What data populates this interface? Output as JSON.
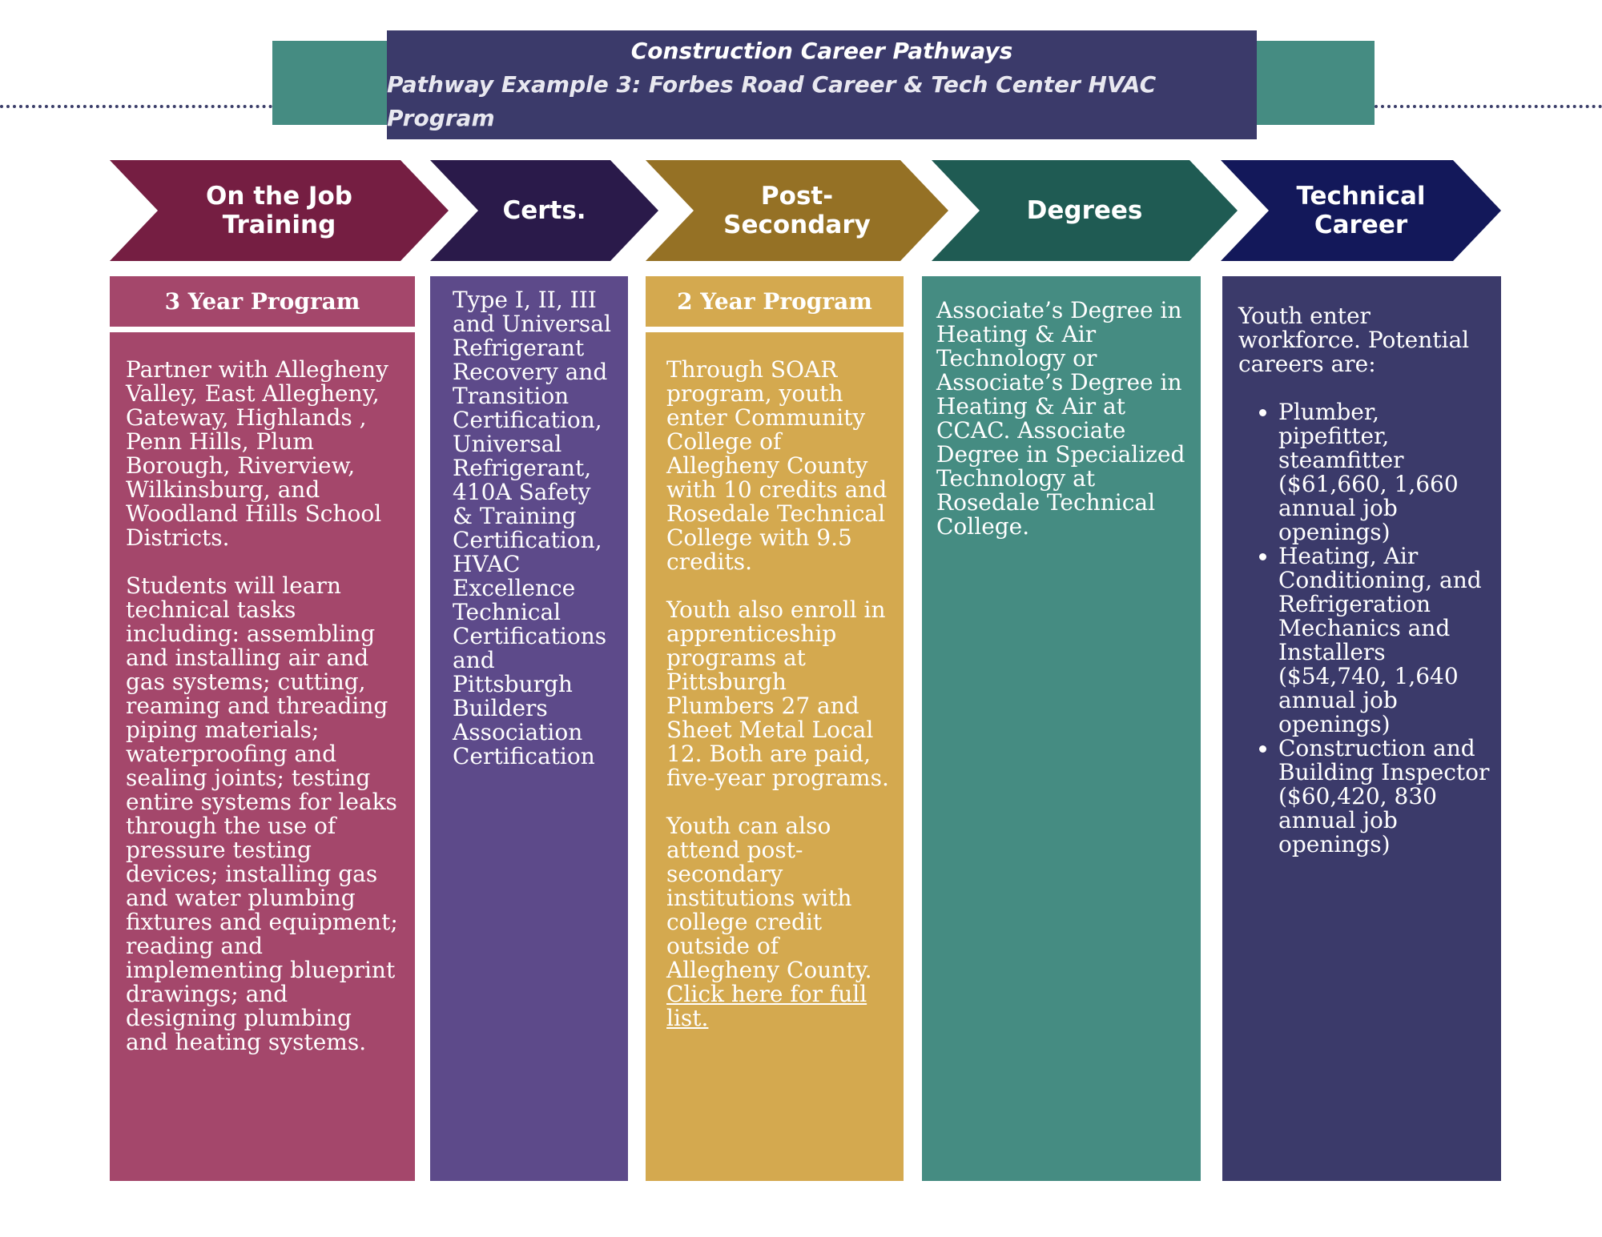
{
  "title": {
    "line1": "Construction Career Pathways",
    "line2": "Pathway Example 3: Forbes Road Career & Tech Center HVAC Program"
  },
  "colors": {
    "title_bg": "#3b3a6a",
    "teal_band": "#458c82",
    "ojt": "#751e42",
    "ojt_light": "#a4476b",
    "certs": "#2a1a4a",
    "certs_light": "#5d4a8a",
    "post": "#957125",
    "post_light": "#d4a94f",
    "degrees": "#1f5b53",
    "degrees_light": "#458c82",
    "career": "#13185a",
    "career_light": "#3b3a6a"
  },
  "stages": [
    {
      "label": "On the Job Training"
    },
    {
      "label": "Certs."
    },
    {
      "label": "Post-Secondary"
    },
    {
      "label": "Degrees"
    },
    {
      "label": "Technical Career"
    }
  ],
  "ojt": {
    "header": "3 Year Program",
    "p1": "Partner with Allegheny Valley, East Allegheny, Gateway, Highlands , Penn Hills, Plum Borough, Riverview, Wilkinsburg, and Woodland Hills School Districts.",
    "p2": "Students will learn technical tasks including: assembling and installing air and gas systems; cutting, reaming and threading piping materials; waterproofing and sealing joints; testing entire systems for leaks through the use of pressure testing devices; installing gas and water plumbing fixtures and equipment; reading and implementing blueprint drawings; and designing plumbing and heating systems."
  },
  "certs": {
    "text": "Type I, II, III and Universal Refrigerant Recovery and Transition Certification, Universal Refrigerant, 410A Safety & Training Certification, HVAC Excellence Technical Certifications and Pittsburgh Builders Association Certification"
  },
  "post": {
    "header": "2 Year Program",
    "p1": "Through SOAR program, youth enter Community College of Allegheny County with 10 credits and Rosedale Technical College with 9.5 credits.",
    "p2": "Youth also enroll in apprenticeship programs at Pittsburgh Plumbers 27 and Sheet Metal Local 12. Both are paid, five-year programs.",
    "p3": "Youth can also attend post-secondary institutions with college credit outside of Allegheny County.",
    "link": "Click here for full list."
  },
  "degrees": {
    "text": "Associate’s Degree in Heating & Air Technology or Associate’s Degree in Heating & Air at CCAC. Associate Degree in Specialized Technology at Rosedale Technical College."
  },
  "career": {
    "intro": "Youth enter workforce. Potential careers are:",
    "items": [
      "Plumber, pipefitter, steamfitter ($61,660, 1,660 annual job openings)",
      "Heating, Air Conditioning, and Refrigeration Mechanics and Installers ($54,740, 1,640 annual job openings)",
      "Construction and Building Inspector ($60,420, 830 annual job openings)"
    ]
  }
}
